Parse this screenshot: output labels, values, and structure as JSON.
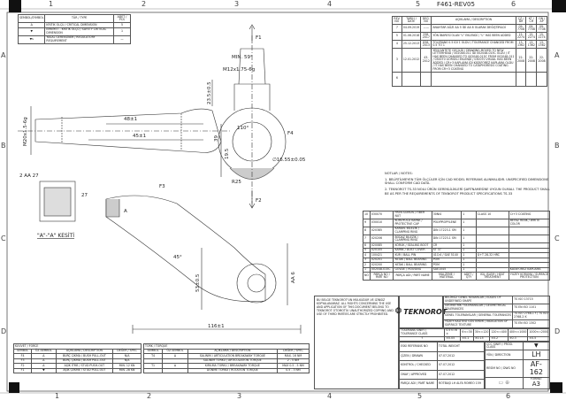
{
  "zones": {
    "cols": [
      "1",
      "2",
      "3",
      "4",
      "5",
      "6"
    ],
    "rows": [
      "A",
      "B",
      "C",
      "D"
    ]
  },
  "legend": {
    "headers": [
      "SEMBOL/SYMBOL",
      "TÜR / TYPE",
      "ADET / PCS"
    ],
    "rows": [
      [
        "Δ",
        "KRİTİK ÖLÇÜ / CRITICAL DIMENSION",
        "5"
      ],
      [
        "▼",
        "EMNİYET - KRİTİK ÖLÇÜ / SAFETY CRITICAL DIMENSION",
        "1"
      ],
      [
        "▼s",
        "YASAL GEREKSİNİM / REGULATORY REQUIREMENT",
        "—"
      ]
    ]
  },
  "revision": {
    "code": "F461-REV05",
    "headers": [
      "REV. NO",
      "TARİH / DATE",
      "DEĞ. NO",
      "AÇIKLAMA / DESCRIPTION",
      "ÇZ / DR",
      "KT / CH",
      "ON / AP"
    ],
    "rows": [
      {
        "no": "7",
        "date": "04.09.2019",
        "chg": "——",
        "desc": "ANAHTAR AĞZI AA 5 İDİ AA 6 OLARAK DEĞİŞTİRİLDİ",
        "dr": "09-7708",
        "ch": "09-7708",
        "ap": "09-7708"
      },
      {
        "no": "5",
        "date": "01.06.2018",
        "chg": "338-2017",
        "desc": "YÖN İBARESİ OLAN \"L\" EKLENDİ / \"L\" HAS BEEN ADDED",
        "dr": "15-2274",
        "ch": "15-2274",
        "ap": "15-2274"
      },
      {
        "no": "4",
        "date": "25.12.2013",
        "chg": "836-2013",
        "desc": "TOLERANS 0.5 İDİ 1 OLDU / TOLERANCE CHANGED FROM 0.5 TO 1",
        "dr": "13-1362",
        "ch": "13-1362",
        "ap": "13-1362"
      },
      {
        "no": "3",
        "date": "12.01.2012",
        "chg": "43-2012",
        "desc": "YENİ ANTETE GEÇİLDİ / DRAWING MOVED TO NEW LETTERHEAD / 002048-011 İDİ 002048-015C OLDU / IT HAS BEEN CHANGED TO 002048-015C FROM 002048-011 / 030070 GÖRSELİ EKLENDİ / 030070 VISUAL HAS BEEN ADDED / CR+3 KAPLAMA İDİ KATAFOREZ KAPLAMA OLDU / IT HAS BEEN CHANGED TO CATAPHORESIS COATING FROM CR+3 COATING",
        "dr": "22-2008",
        "ch": "22-2008",
        "ap": "22-2008"
      },
      {
        "no": "6",
        "date": "",
        "chg": "",
        "desc": "",
        "dr": "",
        "ch": "",
        "ap": ""
      }
    ]
  },
  "notes": {
    "title": "NOTLAR / NOTES:",
    "items": [
      "1. BELİRTİLMEYEN TÜM ÖLÇÜLER İÇİN CAD MODEL REFERANS ALINMALIDIR. UNSPECIFIED DIMENSIONS SHALL CONFORM CAD DATA.",
      "2. TEKNOROT TS-33 NOLU ÜRÜN GEREKLİLİKLERİ ŞARTNAMESİNE UYGUN OLMALI. THE PRODUCT SHALL BE AS PER THE REQUIREMENTS OF TEKNOROT PRODUCT SPECIFICATIONS TS-33"
    ]
  },
  "parts": {
    "rows": [
      [
        "10",
        "030070",
        "FREN SOMUN / FIBER NUT",
        "30NI4",
        "1",
        "CLASS 10",
        "Cr+3 COATING"
      ],
      [
        "9",
        "030010",
        "KORUYUCU KAPAK / PROTECTIVE CAP",
        "POLYPROPYLENE",
        "1",
        "",
        "BEYAZ RENK / WHITE COLOR"
      ],
      [
        "8",
        "020385",
        "KARAVL BİLEZİK / CLAMPING RING",
        "DIN 17223-1 SM",
        "1",
        "",
        ""
      ],
      [
        "7",
        "020206",
        "BODAZ BİLEZİK / CLAMPING RING",
        "DIN 17223-1 SM",
        "1",
        "",
        ""
      ],
      [
        "6",
        "020085",
        "KÖRÜK / SEALING BOOT",
        "CR",
        "1",
        "",
        ""
      ],
      [
        "5",
        "020105",
        "KAPAK / DUST COVER",
        "ST 37",
        "1",
        "",
        ""
      ],
      [
        "4",
        "100421",
        "KÜR / BALL PIN",
        "41Cr4 / SAE 5140",
        "1",
        "Q+T 28-32 HRC",
        ""
      ],
      [
        "3",
        "020201",
        "YATAK / BALL BEARING",
        "POM",
        "1",
        "",
        ""
      ],
      [
        "2",
        "020200",
        "YATAK / BALL BEARING",
        "POM",
        "1",
        "",
        ""
      ],
      [
        "1",
        "002048-015C",
        "GÖVDE / HOUSING",
        "SAE1045",
        "1",
        "",
        "KATAFOREZ KAPLAMA"
      ]
    ],
    "header": [
      "NO",
      "PARÇA NO / PART NO",
      "PARÇA ADI / PART NAME",
      "MALZEME / MATERIAL",
      "ADET / QTY",
      "ISIL İŞLEM / HEAT TREATMENT",
      "YÜZEY KORUMA / SURFACE PROTECTION"
    ]
  },
  "title_block": {
    "company": "TEKNOROT",
    "confidential": "BU BELGE TEKNOROT'UN MÜLKÜDÜR VE İZİNSİZ KOPYALANAMAZ. ALL RIGHTS CONCERNING THE USE AND APPLICATION OF THIS DOCUMENT BELONG TO TEKNOROT OTOMOTİV. UNAUTHORIZED COPYING AND USE OF THIRD PARTIES ARE STRICTLY PROHIBITED.",
    "standards": [
      [
        "BELİRSİZ GENEL KENARLAR / EDGES OF UNDEFINED SHAPE",
        "TS ISO 13715"
      ],
      [
        "GEOMETRİK TOLERANSLAR / GEOMETRICAL TOLERANCES",
        "TS EN ISO 1101"
      ],
      [
        "GENEL TOLERANSLAR / GENERAL TOLERANCES",
        "TS ISO 2768-1 f / TS ISO 2768-2 K"
      ],
      [
        "YÜZEY KALİTESİ GÖSTERİMİ / INDICATION OF SURFACE TEXTURE",
        "TS EN ISO 1302"
      ]
    ],
    "tolerance_label": "TOLERANS SINIFI / TOLERANCE CLASS",
    "tolerance_class": "f",
    "tol_ranges": [
      "0.5<=6 ±",
      "6<=30",
      "30<=120",
      "120<=400",
      "400<=1000",
      "1000<=2000"
    ],
    "tol_values": [
      "±0.05",
      "±0.1",
      "±0.15",
      "±0.2",
      "±0.3",
      "±0.5"
    ],
    "fields": [
      [
        "ESKİ REFERANS NO",
        "TOTAL WEIGHT"
      ],
      [
        "ÇİZEN / DRAWN",
        "07.07.2012"
      ],
      [
        "KONTROL / CHECKED",
        "07.07.2012"
      ],
      [
        "ONAY / APPROVED",
        "07.07.2012"
      ],
      [
        "PARÇA ADI / PART NAME",
        "ROTBAŞI LH ALFA ROMEO 159"
      ]
    ],
    "ccc_label": "CCC SINIFI / PROD. CLASS",
    "direction_label": "YÖN / DIRECTION",
    "direction": "LH",
    "dwg_label": "RESİM NO / DWG NO",
    "dwg_no": "AF-162",
    "format_label": "FORMAT",
    "format": "A3"
  },
  "force_table": {
    "title": "KUVVET / FORCE",
    "headers": [
      "SEMBOL",
      "ÖZ.SEMBOL",
      "AÇIKLAMA / DESCRIPTION",
      "DEĞER / SPEC"
    ],
    "rows": [
      [
        "F4",
        "Δ",
        "BURÇ ÇIKMA / BUSH PULL-OUT",
        "N/A"
      ],
      [
        "F3",
        "Δ",
        "BURÇ ÇIKMA / BUSH PULL-OUT",
        "N/A"
      ],
      [
        "F2",
        "Δ",
        "AŞIK İTME / STUD PUSH-OUT",
        "MIN. 12 KN"
      ],
      [
        "F1",
        "▼",
        "AŞIK ÇEKME / STUD PULL-OUT",
        "MIN. 28 KN"
      ]
    ]
  },
  "torque_table": {
    "title": "TORK / TORQUE",
    "headers": [
      "SEMBOL",
      "ÖZ.SEMBOL",
      "AÇIKLAMA / DESCRIPTION",
      "DEĞER / SPEC"
    ],
    "rows": [
      [
        "T4",
        "Δ",
        "SALINIM / ARTICULATION BREAKAWAY TORQUE",
        "MAX. 16 NM"
      ],
      [
        "",
        "",
        "SALINIM TORKU / ARTICULATION TORQUE",
        "2 - 5 NM"
      ],
      [
        "T1",
        "Δ",
        "KIRILMA TORKU / BREAKAWAY TORQUE",
        "MAX 0.5 - 5 NM"
      ],
      [
        "",
        "",
        "DÖNME TORKU / ROTATION TORQUE",
        "0.5 - 3 NM"
      ]
    ]
  },
  "dimensions": {
    "min59": "MIN. 59°",
    "m12": "M12x1.75-6g",
    "d48": "48±1",
    "d45": "45±1",
    "m20": "M20x1.5-6g",
    "d39": "39",
    "d23": "23.5±0.5",
    "d195": "19.5",
    "d110": "110°",
    "d110b": "∅16.55±0.05",
    "r25": "R25",
    "d27": "27",
    "aa27": "2 AA 27",
    "d116": "116±1",
    "d53": "53±0.5",
    "d45deg": "45°",
    "aa6": "AA 6",
    "section": "\"A\"-\"A\" KESİTİ",
    "f1": "F1",
    "f2": "F2",
    "f3": "F3",
    "f4": "F4",
    "a": "A"
  }
}
